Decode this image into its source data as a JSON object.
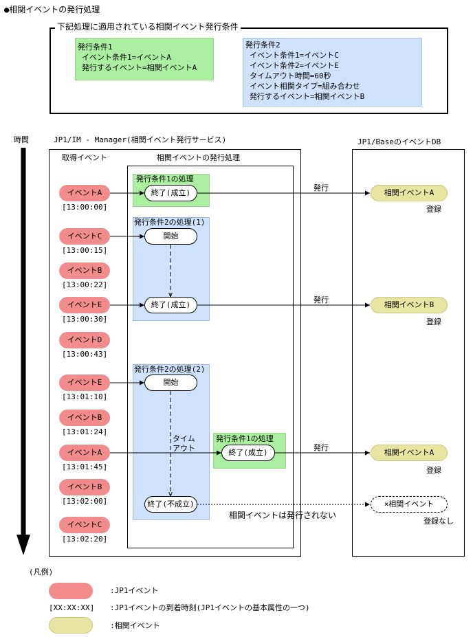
{
  "title": "●相関イベントの発行処理",
  "conditions": {
    "header": "下記処理に適用されている相関イベント発行条件",
    "cond1": [
      "発行条件1",
      "イベント条件1=イベントA",
      "発行するイベント=相関イベントA"
    ],
    "cond2": [
      "発行条件2",
      "イベント条件1=イベントC",
      "イベント条件2=イベントE",
      "タイムアウト時間=60秒",
      "イベント相関タイプ=組み合わせ",
      "発行するイベント=相関イベントB"
    ]
  },
  "time_label": "時間",
  "manager_label": "JP1/IM - Manager(相関イベント発行サービス)",
  "acquired_label": "取得イベント",
  "processing_label": "相関イベントの発行処理",
  "db_label": "JP1/BaseのイベントDB",
  "events": [
    {
      "name": "イベントA",
      "time": "[13:00:00]"
    },
    {
      "name": "イベントC",
      "time": "[13:00:15]"
    },
    {
      "name": "イベントB",
      "time": "[13:00:22]"
    },
    {
      "name": "イベントE",
      "time": "[13:00:30]"
    },
    {
      "name": "イベントD",
      "time": "[13:00:43]"
    },
    {
      "name": "イベントE",
      "time": "[13:01:10]"
    },
    {
      "name": "イベントB",
      "time": "[13:01:24]"
    },
    {
      "name": "イベントA",
      "time": "[13:01:45]"
    },
    {
      "name": "イベントB",
      "time": "[13:02:00]"
    },
    {
      "name": "イベントC",
      "time": "[13:02:20]"
    }
  ],
  "proc_boxes": {
    "p1": "発行条件1の処理",
    "p2a": "発行条件2の処理(1)",
    "p2b": "発行条件2の処理(2)",
    "p1b": "発行条件1の処理"
  },
  "proc_nodes": {
    "end_ok": "終了(成立)",
    "start": "開始",
    "end_ng": "終了(不成立)",
    "timeout": [
      "タイム",
      "アウト"
    ]
  },
  "issue_label": "発行",
  "correlated": [
    {
      "name": "相関イベントA",
      "note": "登録"
    },
    {
      "name": "相関イベントB",
      "note": "登録"
    },
    {
      "name": "相関イベントA",
      "note": "登録"
    },
    {
      "name": "×相関イベント",
      "note": "登録なし"
    }
  ],
  "not_issued": "相関イベントは発行されない",
  "legend": {
    "title": "(凡例)",
    "jp1": ":JP1イベント",
    "time_key": "[XX:XX:XX]",
    "time_desc": ":JP1イベントの到着時刻(JP1イベントの基本属性の一つ)",
    "corr": ":相関イベント"
  },
  "colors": {
    "jp1_event": "#f28c8c",
    "correlated_event": "#e6e6a2",
    "cond_green": "#aaf0a0",
    "cond_blue": "#cfe2fb"
  }
}
